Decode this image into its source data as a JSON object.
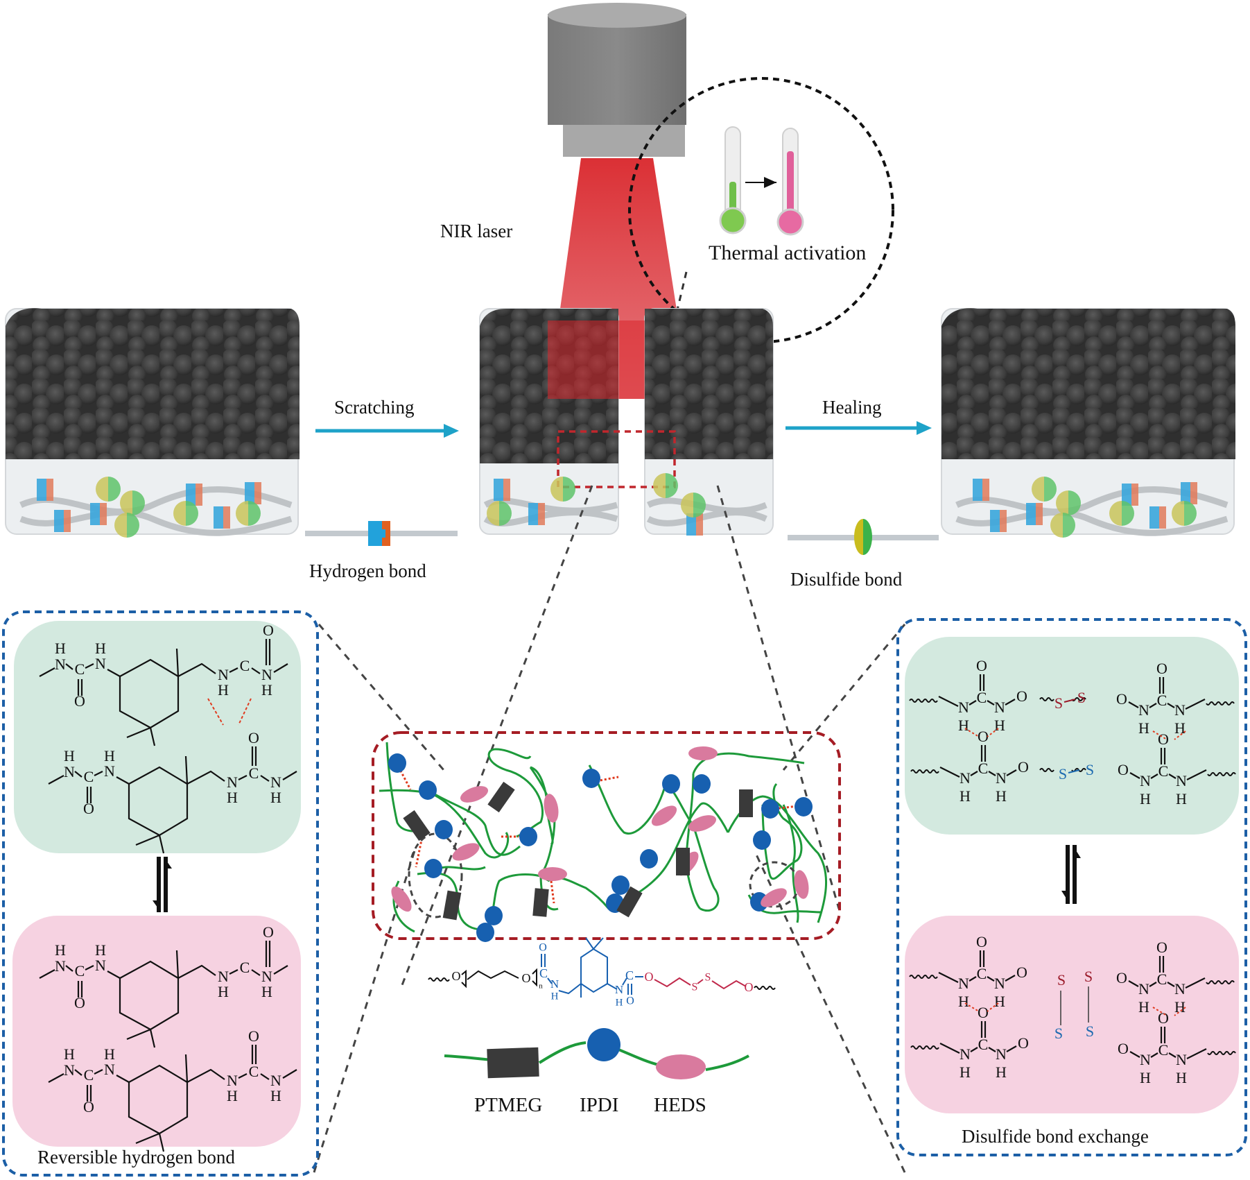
{
  "figure": {
    "laser_label": "NIR laser",
    "thermal_label": "Thermal activation",
    "step1_label": "Scratching",
    "step2_label": "Healing",
    "legend_hbond": "Hydrogen bond",
    "legend_disulfide": "Disulfide bond",
    "left_panel_caption": "Reversible hydrogen bond",
    "right_panel_caption": "Disulfide bond exchange",
    "components": [
      {
        "name": "PTMEG",
        "shape": "rectangle",
        "color": "#3a3a3a"
      },
      {
        "name": "IPDI",
        "shape": "circle",
        "color": "#1760b0"
      },
      {
        "name": "HEDS",
        "shape": "ellipse",
        "color": "#d97a9e"
      }
    ],
    "chem_atoms": {
      "H": "H",
      "N": "N",
      "C": "C",
      "O": "O",
      "S": "S",
      "n": "n"
    }
  },
  "colors": {
    "laser_red": "#d9252a",
    "arrow_teal": "#1ea2c8",
    "green_chain": "#1d9a3a",
    "ipdi_blue": "#1760b0",
    "heds_pink": "#d97a9e",
    "hbond_red": "#e03a1e",
    "panel_green": "#d3e9df",
    "panel_pink": "#f6d2e1",
    "panel_border_blue": "#1c5fa6",
    "zoom_box_red": "#a51c24",
    "s_red": "#9b1b2a",
    "s_blue": "#1c6ab0"
  }
}
